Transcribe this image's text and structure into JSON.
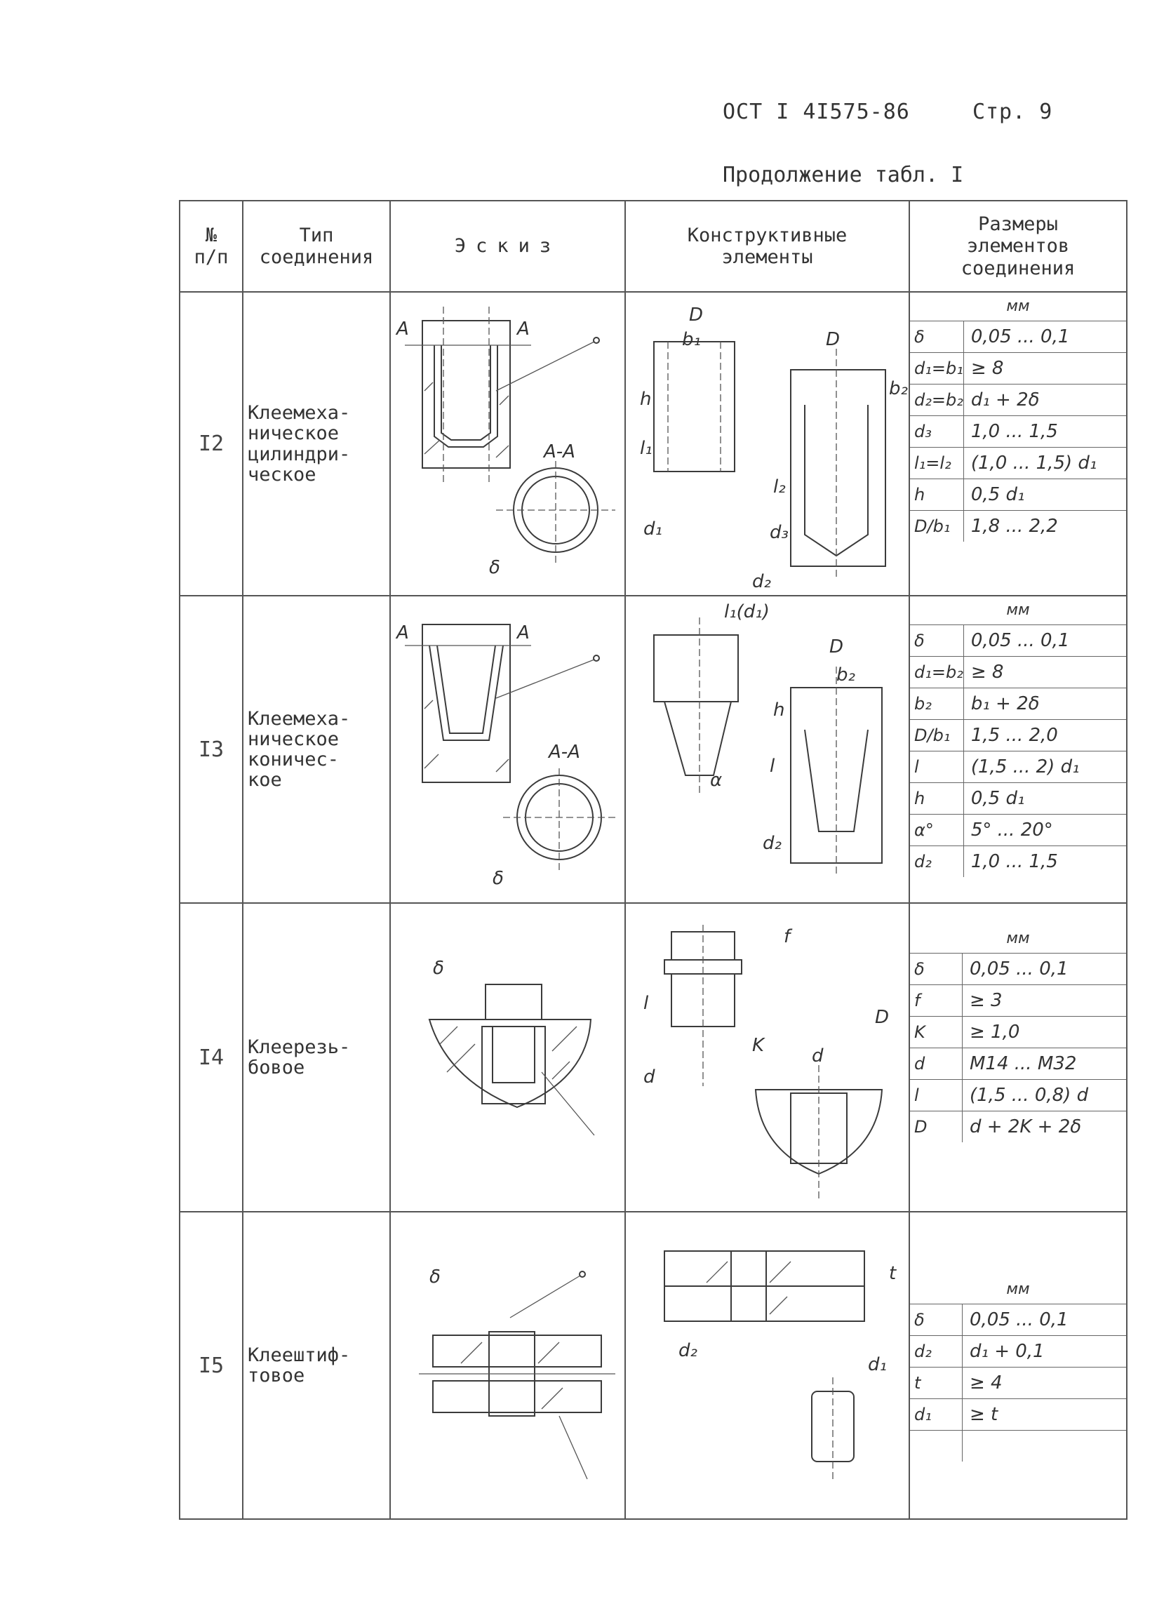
{
  "header": {
    "standard": "ОСТ I 4I575-86",
    "page": "Стр. 9",
    "continuation": "Продолжение табл. I"
  },
  "columns": {
    "num": [
      "№",
      "п/п"
    ],
    "type": [
      "Тип",
      "соединения"
    ],
    "sketch": "Эскиз",
    "elements": [
      "Конструктивные",
      "элементы"
    ],
    "sizes": [
      "Размеры",
      "элементов",
      "соединения"
    ]
  },
  "rows": [
    {
      "num": "I2",
      "type": [
        "Клеемеха-",
        "ническое",
        "цилиндри-",
        "ческое"
      ],
      "sketch_labels": {
        "a1": "A",
        "a2": "A",
        "section": "A-A",
        "delta": "δ"
      },
      "element_labels": {
        "D1": "D",
        "b1": "b₁",
        "D2": "D",
        "b2": "b₂",
        "h": "h",
        "l1": "l₁",
        "l2": "l₂",
        "d1": "d₁",
        "d3": "d₃",
        "d2": "d₂"
      },
      "unit": "мм",
      "params": [
        {
          "sym": "δ",
          "val": "0,05 ... 0,1"
        },
        {
          "sym": "d₁=b₁",
          "val": "≥ 8"
        },
        {
          "sym": "d₂=b₂",
          "val": "d₁ + 2δ"
        },
        {
          "sym": "d₃",
          "val": "1,0 ... 1,5"
        },
        {
          "sym": "l₁=l₂",
          "val": "(1,0 ... 1,5) d₁"
        },
        {
          "sym": "h",
          "val": "0,5 d₁"
        },
        {
          "sym": "D/b₁",
          "val": "1,8 ... 2,2"
        }
      ]
    },
    {
      "num": "I3",
      "type": [
        "Клеемеха-",
        "ническое",
        "коничес-",
        "кое"
      ],
      "sketch_labels": {
        "a1": "A",
        "a2": "A",
        "section": "A-A",
        "delta": "δ"
      },
      "element_labels": {
        "top": "l₁(d₁)",
        "D": "D",
        "b2": "b₂",
        "h": "h",
        "l": "l",
        "alpha": "α",
        "d2": "d₂"
      },
      "unit": "мм",
      "params": [
        {
          "sym": "δ",
          "val": "0,05 ... 0,1"
        },
        {
          "sym": "d₁=b₂",
          "val": "≥ 8"
        },
        {
          "sym": "b₂",
          "val": "b₁ + 2δ"
        },
        {
          "sym": "D/b₁",
          "val": "1,5 ... 2,0"
        },
        {
          "sym": "l",
          "val": "(1,5 ... 2) d₁"
        },
        {
          "sym": "h",
          "val": "0,5 d₁"
        },
        {
          "sym": "α°",
          "val": "5° ... 20°"
        },
        {
          "sym": "d₂",
          "val": "1,0 ... 1,5"
        }
      ]
    },
    {
      "num": "I4",
      "type": [
        "Клеерезь-",
        "бовое"
      ],
      "sketch_labels": {
        "delta": "δ"
      },
      "element_labels": {
        "f": "f",
        "l": "l",
        "K": "K",
        "D": "D",
        "d1": "d",
        "d2": "d"
      },
      "unit": "мм",
      "params": [
        {
          "sym": "δ",
          "val": "0,05 ... 0,1"
        },
        {
          "sym": "f",
          "val": "≥ 3"
        },
        {
          "sym": "K",
          "val": "≥ 1,0"
        },
        {
          "sym": "d",
          "val": "M14 ... M32"
        },
        {
          "sym": "l",
          "val": "(1,5 ... 0,8) d"
        },
        {
          "sym": "D",
          "val": "d + 2K + 2δ"
        }
      ]
    },
    {
      "num": "I5",
      "type": [
        "Клеештиф-",
        "товое"
      ],
      "sketch_labels": {
        "delta": "δ"
      },
      "element_labels": {
        "t": "t",
        "d2": "d₂",
        "d1": "d₁"
      },
      "unit": "мм",
      "params": [
        {
          "sym": "δ",
          "val": "0,05 ... 0,1"
        },
        {
          "sym": "d₂",
          "val": "d₁ + 0,1"
        },
        {
          "sym": "t",
          "val": "≥ 4"
        },
        {
          "sym": "d₁",
          "val": "≥ t"
        }
      ]
    }
  ]
}
